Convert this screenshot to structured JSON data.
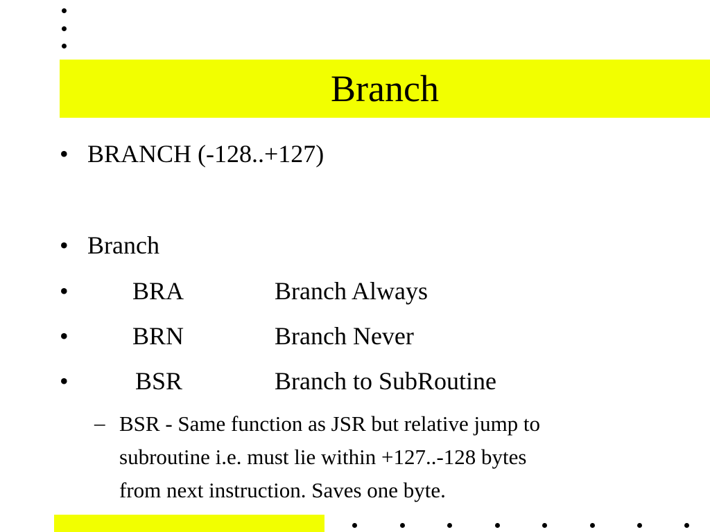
{
  "slide": {
    "title": "Branch",
    "bullet_glyph": "•",
    "sub_glyph": "–",
    "items": [
      {
        "text": "BRANCH (-128..+127)"
      },
      {
        "text": "Branch"
      }
    ],
    "instructions": [
      {
        "mnemonic": "BRA",
        "description": "Branch Always"
      },
      {
        "mnemonic": "BRN",
        "description": "Branch Never"
      },
      {
        "mnemonic": "BSR",
        "description": "Branch to SubRoutine"
      }
    ],
    "note": {
      "lines": [
        "BSR - Same function as JSR but relative jump to",
        "subroutine i.e. must lie within +127..-128 bytes",
        "from next instruction. Saves one byte."
      ]
    },
    "colors": {
      "accent": "#f2ff00",
      "text": "#000000",
      "background": "#ffffff"
    }
  }
}
